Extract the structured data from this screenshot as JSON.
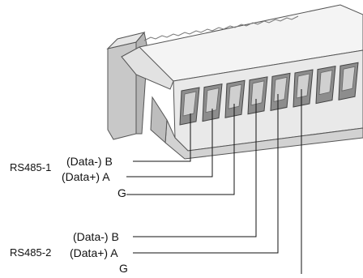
{
  "groups": [
    {
      "name": "RS485-1",
      "pins": [
        {
          "label": "(Data-) B"
        },
        {
          "label": "(Data+) A"
        },
        {
          "label": "G"
        }
      ]
    },
    {
      "name": "RS485-2",
      "pins": [
        {
          "label": "(Data-) B"
        },
        {
          "label": "(Data+) A"
        },
        {
          "label": "G"
        }
      ]
    }
  ],
  "colors": {
    "line": "#111111",
    "body_light": "#f2f2f2",
    "body_mid": "#d6d6d6",
    "body_dark": "#a8a8a8",
    "outline": "#555555"
  }
}
